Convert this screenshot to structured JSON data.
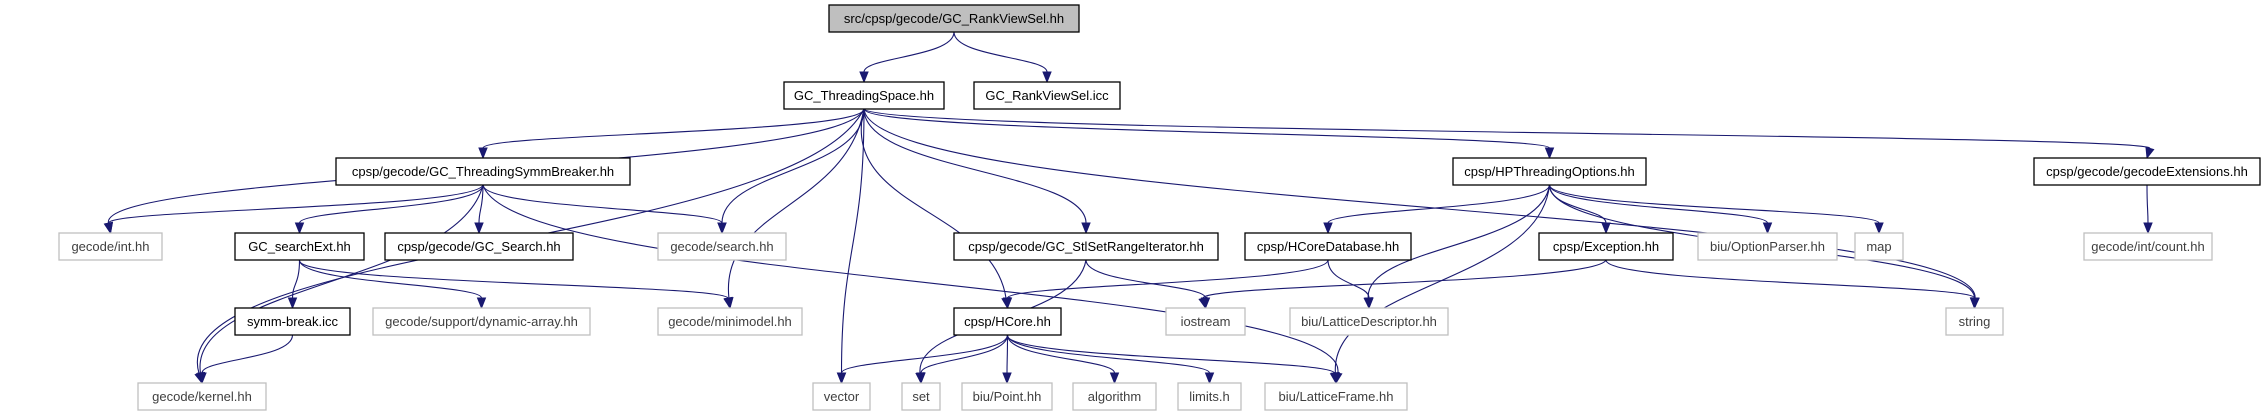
{
  "diagram": {
    "nodes": [
      {
        "id": "root",
        "label": "src/cpsp/gecode/GC_RankViewSel.hh",
        "style": "root"
      },
      {
        "id": "ts",
        "label": "GC_ThreadingSpace.hh",
        "style": "solid"
      },
      {
        "id": "icc",
        "label": "GC_RankViewSel.icc",
        "style": "solid"
      },
      {
        "id": "tsb",
        "label": "cpsp/gecode/GC_ThreadingSymmBreaker.hh",
        "style": "solid"
      },
      {
        "id": "hpo",
        "label": "cpsp/HPThreadingOptions.hh",
        "style": "solid"
      },
      {
        "id": "gext",
        "label": "cpsp/gecode/gecodeExtensions.hh",
        "style": "solid"
      },
      {
        "id": "int",
        "label": "gecode/int.hh",
        "style": "ext"
      },
      {
        "id": "se",
        "label": "GC_searchExt.hh",
        "style": "solid"
      },
      {
        "id": "gs",
        "label": "cpsp/gecode/GC_Search.hh",
        "style": "solid"
      },
      {
        "id": "search",
        "label": "gecode/search.hh",
        "style": "ext"
      },
      {
        "id": "srr",
        "label": "cpsp/gecode/GC_StlSetRangeIterator.hh",
        "style": "solid"
      },
      {
        "id": "hcdb",
        "label": "cpsp/HCoreDatabase.hh",
        "style": "solid"
      },
      {
        "id": "exc",
        "label": "cpsp/Exception.hh",
        "style": "solid"
      },
      {
        "id": "opt",
        "label": "biu/OptionParser.hh",
        "style": "ext"
      },
      {
        "id": "map",
        "label": "map",
        "style": "ext"
      },
      {
        "id": "count",
        "label": "gecode/int/count.hh",
        "style": "ext"
      },
      {
        "id": "sb",
        "label": "symm-break.icc",
        "style": "solid"
      },
      {
        "id": "dyn",
        "label": "gecode/support/dynamic-array.hh",
        "style": "ext"
      },
      {
        "id": "mini",
        "label": "gecode/minimodel.hh",
        "style": "ext"
      },
      {
        "id": "hcore",
        "label": "cpsp/HCore.hh",
        "style": "solid"
      },
      {
        "id": "ios",
        "label": "iostream",
        "style": "ext"
      },
      {
        "id": "ld",
        "label": "biu/LatticeDescriptor.hh",
        "style": "ext"
      },
      {
        "id": "string",
        "label": "string",
        "style": "ext"
      },
      {
        "id": "kernel",
        "label": "gecode/kernel.hh",
        "style": "ext"
      },
      {
        "id": "vector",
        "label": "vector",
        "style": "ext"
      },
      {
        "id": "set",
        "label": "set",
        "style": "ext"
      },
      {
        "id": "point",
        "label": "biu/Point.hh",
        "style": "ext"
      },
      {
        "id": "algo",
        "label": "algorithm",
        "style": "ext"
      },
      {
        "id": "limits",
        "label": "limits.h",
        "style": "ext"
      },
      {
        "id": "lf",
        "label": "biu/LatticeFrame.hh",
        "style": "ext"
      }
    ],
    "edges": [
      [
        "root",
        "ts"
      ],
      [
        "root",
        "icc"
      ],
      [
        "ts",
        "tsb"
      ],
      [
        "ts",
        "hpo"
      ],
      [
        "ts",
        "gext"
      ],
      [
        "ts",
        "int"
      ],
      [
        "ts",
        "search"
      ],
      [
        "ts",
        "srr"
      ],
      [
        "ts",
        "mini"
      ],
      [
        "ts",
        "hcore"
      ],
      [
        "ts",
        "vector"
      ],
      [
        "ts",
        "kernel"
      ],
      [
        "ts",
        "string"
      ],
      [
        "tsb",
        "int"
      ],
      [
        "tsb",
        "se"
      ],
      [
        "tsb",
        "gs"
      ],
      [
        "tsb",
        "search"
      ],
      [
        "tsb",
        "kernel"
      ],
      [
        "tsb",
        "lf"
      ],
      [
        "se",
        "sb"
      ],
      [
        "se",
        "dyn"
      ],
      [
        "se",
        "mini"
      ],
      [
        "sb",
        "kernel"
      ],
      [
        "srr",
        "set"
      ],
      [
        "srr",
        "ios"
      ],
      [
        "hpo",
        "hcdb"
      ],
      [
        "hpo",
        "exc"
      ],
      [
        "hpo",
        "opt"
      ],
      [
        "hpo",
        "map"
      ],
      [
        "hpo",
        "string"
      ],
      [
        "hpo",
        "ld"
      ],
      [
        "hpo",
        "lf"
      ],
      [
        "hcdb",
        "hcore"
      ],
      [
        "hcdb",
        "ld"
      ],
      [
        "exc",
        "ios"
      ],
      [
        "exc",
        "string"
      ],
      [
        "hcore",
        "vector"
      ],
      [
        "hcore",
        "set"
      ],
      [
        "hcore",
        "point"
      ],
      [
        "hcore",
        "algo"
      ],
      [
        "hcore",
        "limits"
      ],
      [
        "hcore",
        "lf"
      ],
      [
        "gext",
        "count"
      ]
    ]
  }
}
